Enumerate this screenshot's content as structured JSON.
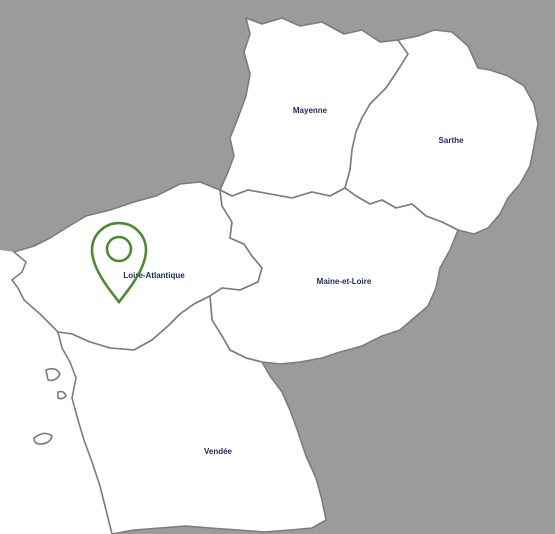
{
  "colors": {
    "outside_land": "#9b9b9b",
    "sea": "#ffffff",
    "department_fill": "#ffffff",
    "border": "#7c7c7c",
    "label": "#1f2a6b",
    "marker": "#4f8a2e"
  },
  "departments": [
    {
      "id": "mayenne",
      "label": "Mayenne"
    },
    {
      "id": "sarthe",
      "label": "Sarthe"
    },
    {
      "id": "loire-atlantique",
      "label": "Loire-Atlantique"
    },
    {
      "id": "maine-et-loire",
      "label": "Maine-et-Loire"
    },
    {
      "id": "vendee",
      "label": "Vendée"
    }
  ],
  "marker": {
    "icon": "map-pin-icon",
    "location": "Loire-Atlantique"
  }
}
